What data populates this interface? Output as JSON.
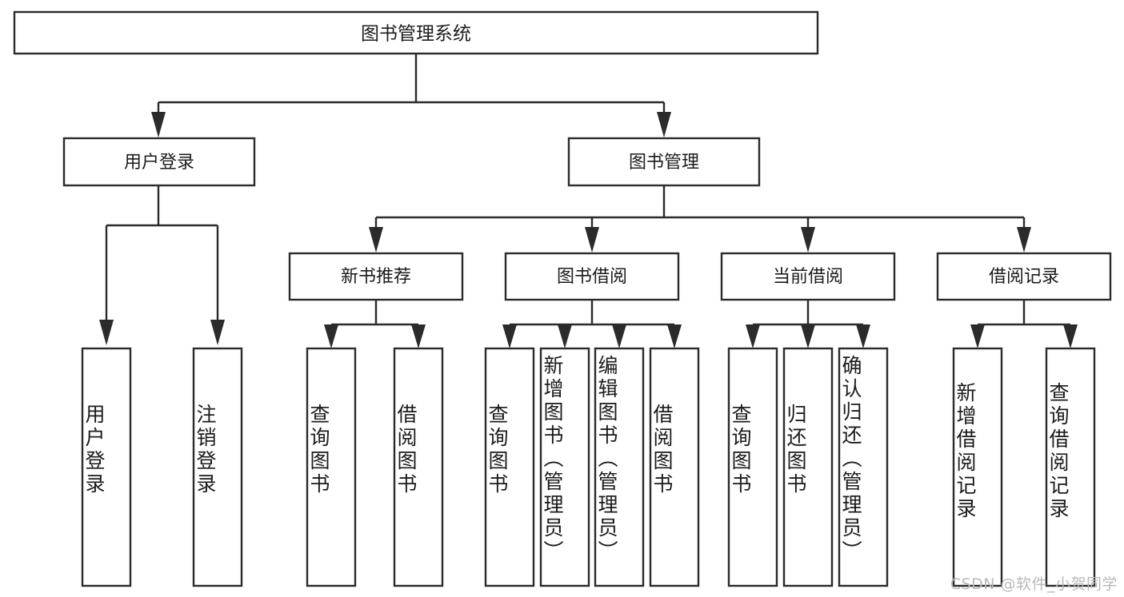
{
  "diagram": {
    "type": "tree-hierarchy",
    "title": "图书管理系统",
    "root": {
      "label": "图书管理系统",
      "level": 0
    },
    "level1": [
      {
        "label": "用户登录"
      },
      {
        "label": "图书管理"
      }
    ],
    "level2": [
      {
        "label": "新书推荐",
        "parent": "图书管理"
      },
      {
        "label": "图书借阅",
        "parent": "图书管理"
      },
      {
        "label": "当前借阅",
        "parent": "图书管理"
      },
      {
        "label": "借阅记录",
        "parent": "图书管理"
      }
    ],
    "leaves": {
      "user_login": [
        {
          "label": "用户登录"
        },
        {
          "label": "注销登录"
        }
      ],
      "new_book_recommend": [
        {
          "label": "查询图书"
        },
        {
          "label": "借阅图书"
        }
      ],
      "book_borrow": [
        {
          "label": "查询图书"
        },
        {
          "label": "新增图书（管理员）"
        },
        {
          "label": "编辑图书（管理员）"
        },
        {
          "label": "借阅图书"
        }
      ],
      "current_borrow": [
        {
          "label": "查询图书"
        },
        {
          "label": "归还图书"
        },
        {
          "label": "确认归还（管理员）"
        }
      ],
      "borrow_record": [
        {
          "label": "新增借阅记录"
        },
        {
          "label": "查询借阅记录"
        }
      ]
    }
  },
  "watermark": {
    "text": "CSDN @软件_小贺同学"
  },
  "colors": {
    "stroke": "#2b2b2b",
    "box_fill": "#ffffff",
    "text": "#1b1b1b",
    "watermark": "#b9b9b9",
    "background": "#ffffff"
  }
}
